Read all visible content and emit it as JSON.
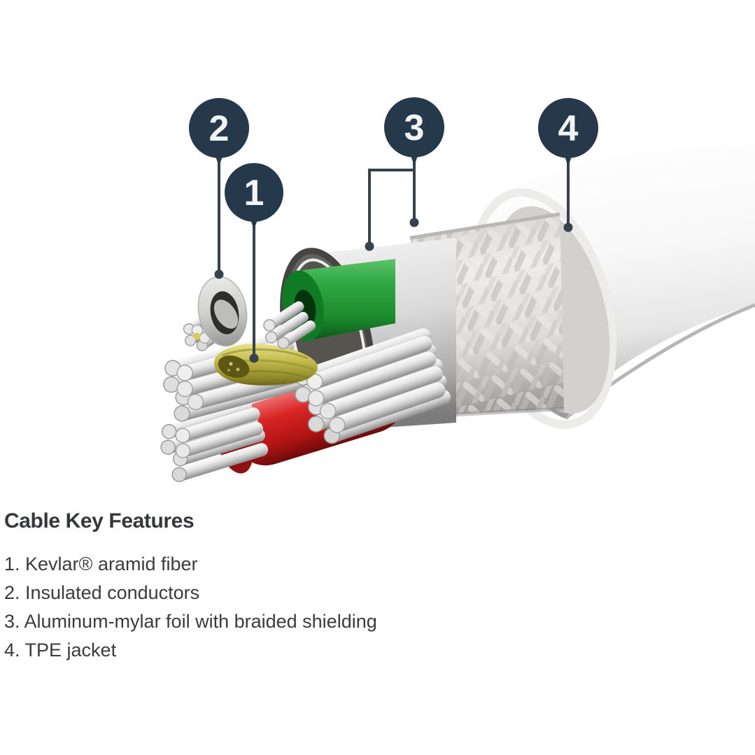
{
  "colors": {
    "callout_navy": "#25394a",
    "callout_number": "#f2f4f6",
    "callout_line": "#37424d",
    "text": "#3a3b3d",
    "green_conductor": "#2fa743",
    "red_conductor": "#d92525",
    "kevlar_yellow": "#c4bc4f",
    "jacket_white": "#f8f8f8",
    "silver_wire": "#d9d9d9"
  },
  "callouts": [
    {
      "number": "1"
    },
    {
      "number": "2"
    },
    {
      "number": "3"
    },
    {
      "number": "4"
    }
  ],
  "features": {
    "title": "Cable Key Features",
    "items": [
      "1. Kevlar® aramid fiber",
      "2. Insulated conductors",
      "3. Aluminum-mylar foil with braided shielding",
      "4. TPE jacket"
    ]
  }
}
